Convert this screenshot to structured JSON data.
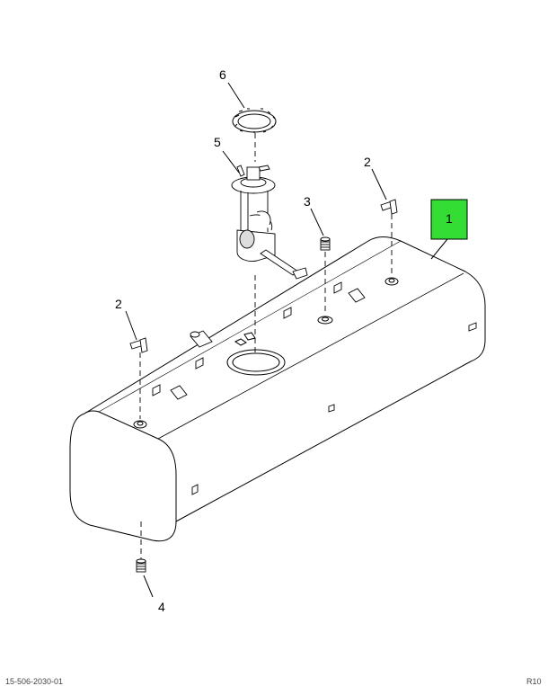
{
  "callouts": {
    "item_1": "1",
    "item_2_right": "2",
    "item_2_left": "2",
    "item_3": "3",
    "item_4": "4",
    "item_5": "5",
    "item_6": "6"
  },
  "colors": {
    "highlight_box": "#33dd33",
    "line": "#000000"
  },
  "footer": {
    "left": "15-506-2030-01",
    "right": "R10"
  }
}
